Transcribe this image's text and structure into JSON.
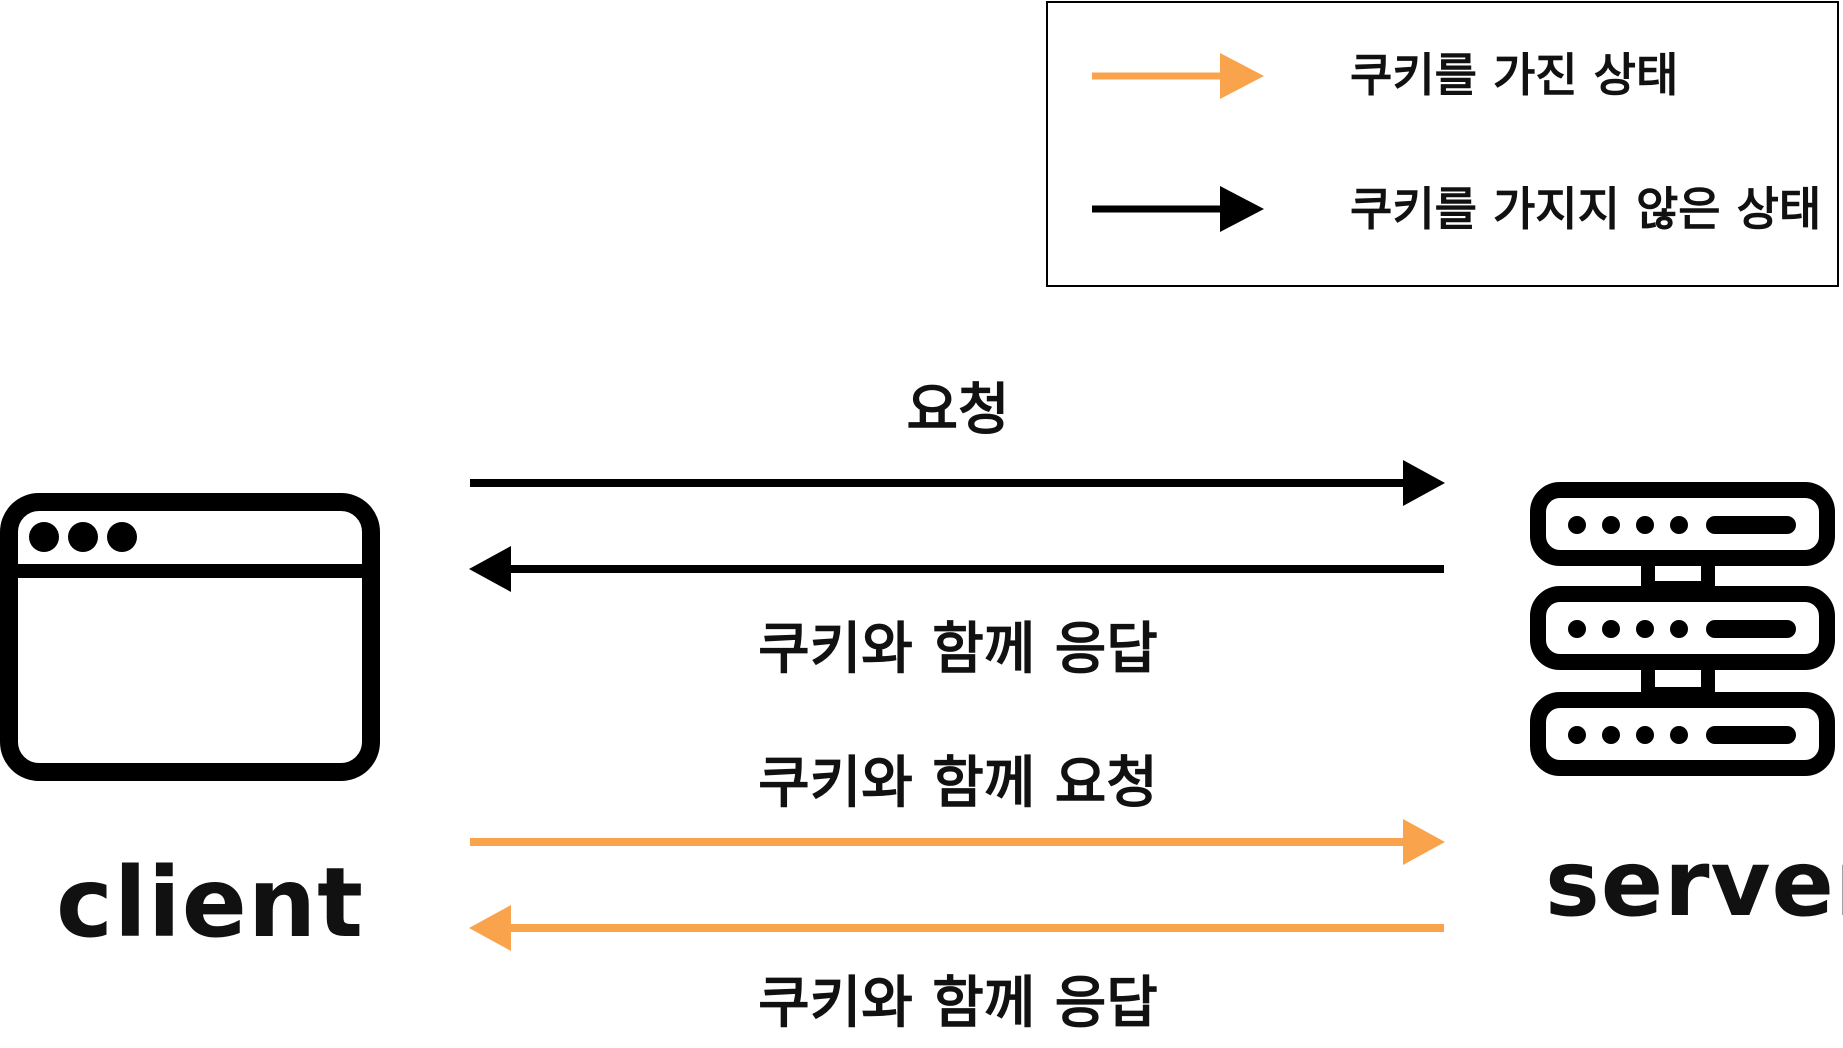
{
  "colors": {
    "with_cookie": "#F9A34D",
    "without_cookie": "#000000"
  },
  "legend": {
    "with_cookie_label": "쿠키를 가진 상태",
    "without_cookie_label": "쿠키를 가지지 않은 상태"
  },
  "nodes": {
    "client_label": "client",
    "server_label": "server"
  },
  "messages": {
    "request": "요청",
    "response_with_cookie": "쿠키와 함께 응답",
    "request_with_cookie": "쿠키와 함께 요청",
    "response_with_cookie_2": "쿠키와 함께 응답"
  },
  "icons": {
    "client": "browser-window-icon",
    "server": "server-rack-icon"
  }
}
